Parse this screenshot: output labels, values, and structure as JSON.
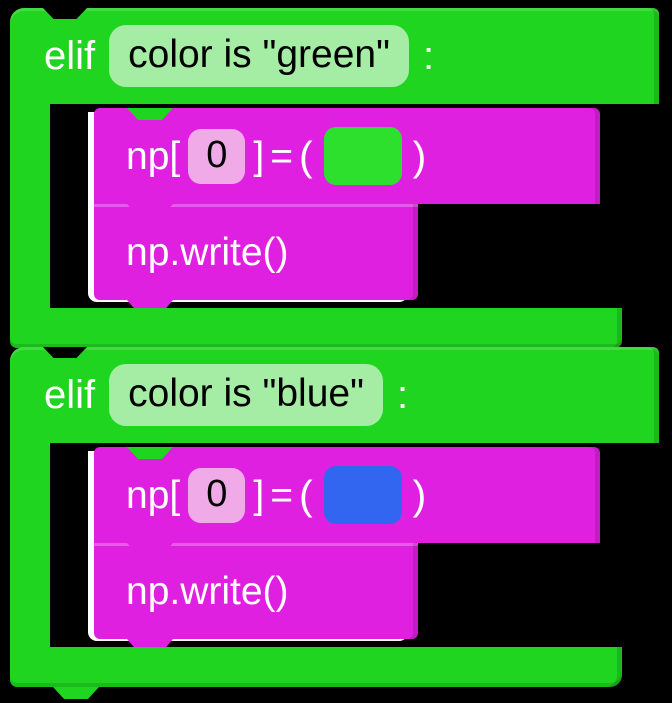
{
  "editor": {
    "type": "block-based-visual-code-editor",
    "background_color": "#000000"
  },
  "palette": {
    "control_block_color": "#20d520",
    "control_block_edge": "#16a816",
    "condition_field_color": "#a5eda5",
    "statement_block_color": "#e020e0",
    "statement_block_edge": "#c412c4",
    "index_field_color": "#f0aae8",
    "keyword_text_color": "#ffffff",
    "field_text_color": "#000000"
  },
  "blocks": [
    {
      "id": "elif-green",
      "keyword": "elif",
      "condition": "color is \"green\"",
      "terminator": ":",
      "body": [
        {
          "id": "np-assign-green",
          "prefix": "np[",
          "index": "0",
          "suffix": "]",
          "operator": "=",
          "open_paren": "(",
          "color_value": "#2ee02e",
          "color_name": "green",
          "close_paren": ")"
        },
        {
          "id": "np-write-green",
          "label": "np.write()"
        }
      ]
    },
    {
      "id": "elif-blue",
      "keyword": "elif",
      "condition": "color is \"blue\"",
      "terminator": ":",
      "body": [
        {
          "id": "np-assign-blue",
          "prefix": "np[",
          "index": "0",
          "suffix": "]",
          "operator": "=",
          "open_paren": "(",
          "color_value": "#3366f0",
          "color_name": "blue",
          "close_paren": ")"
        },
        {
          "id": "np-write-blue",
          "label": "np.write()"
        }
      ]
    }
  ]
}
